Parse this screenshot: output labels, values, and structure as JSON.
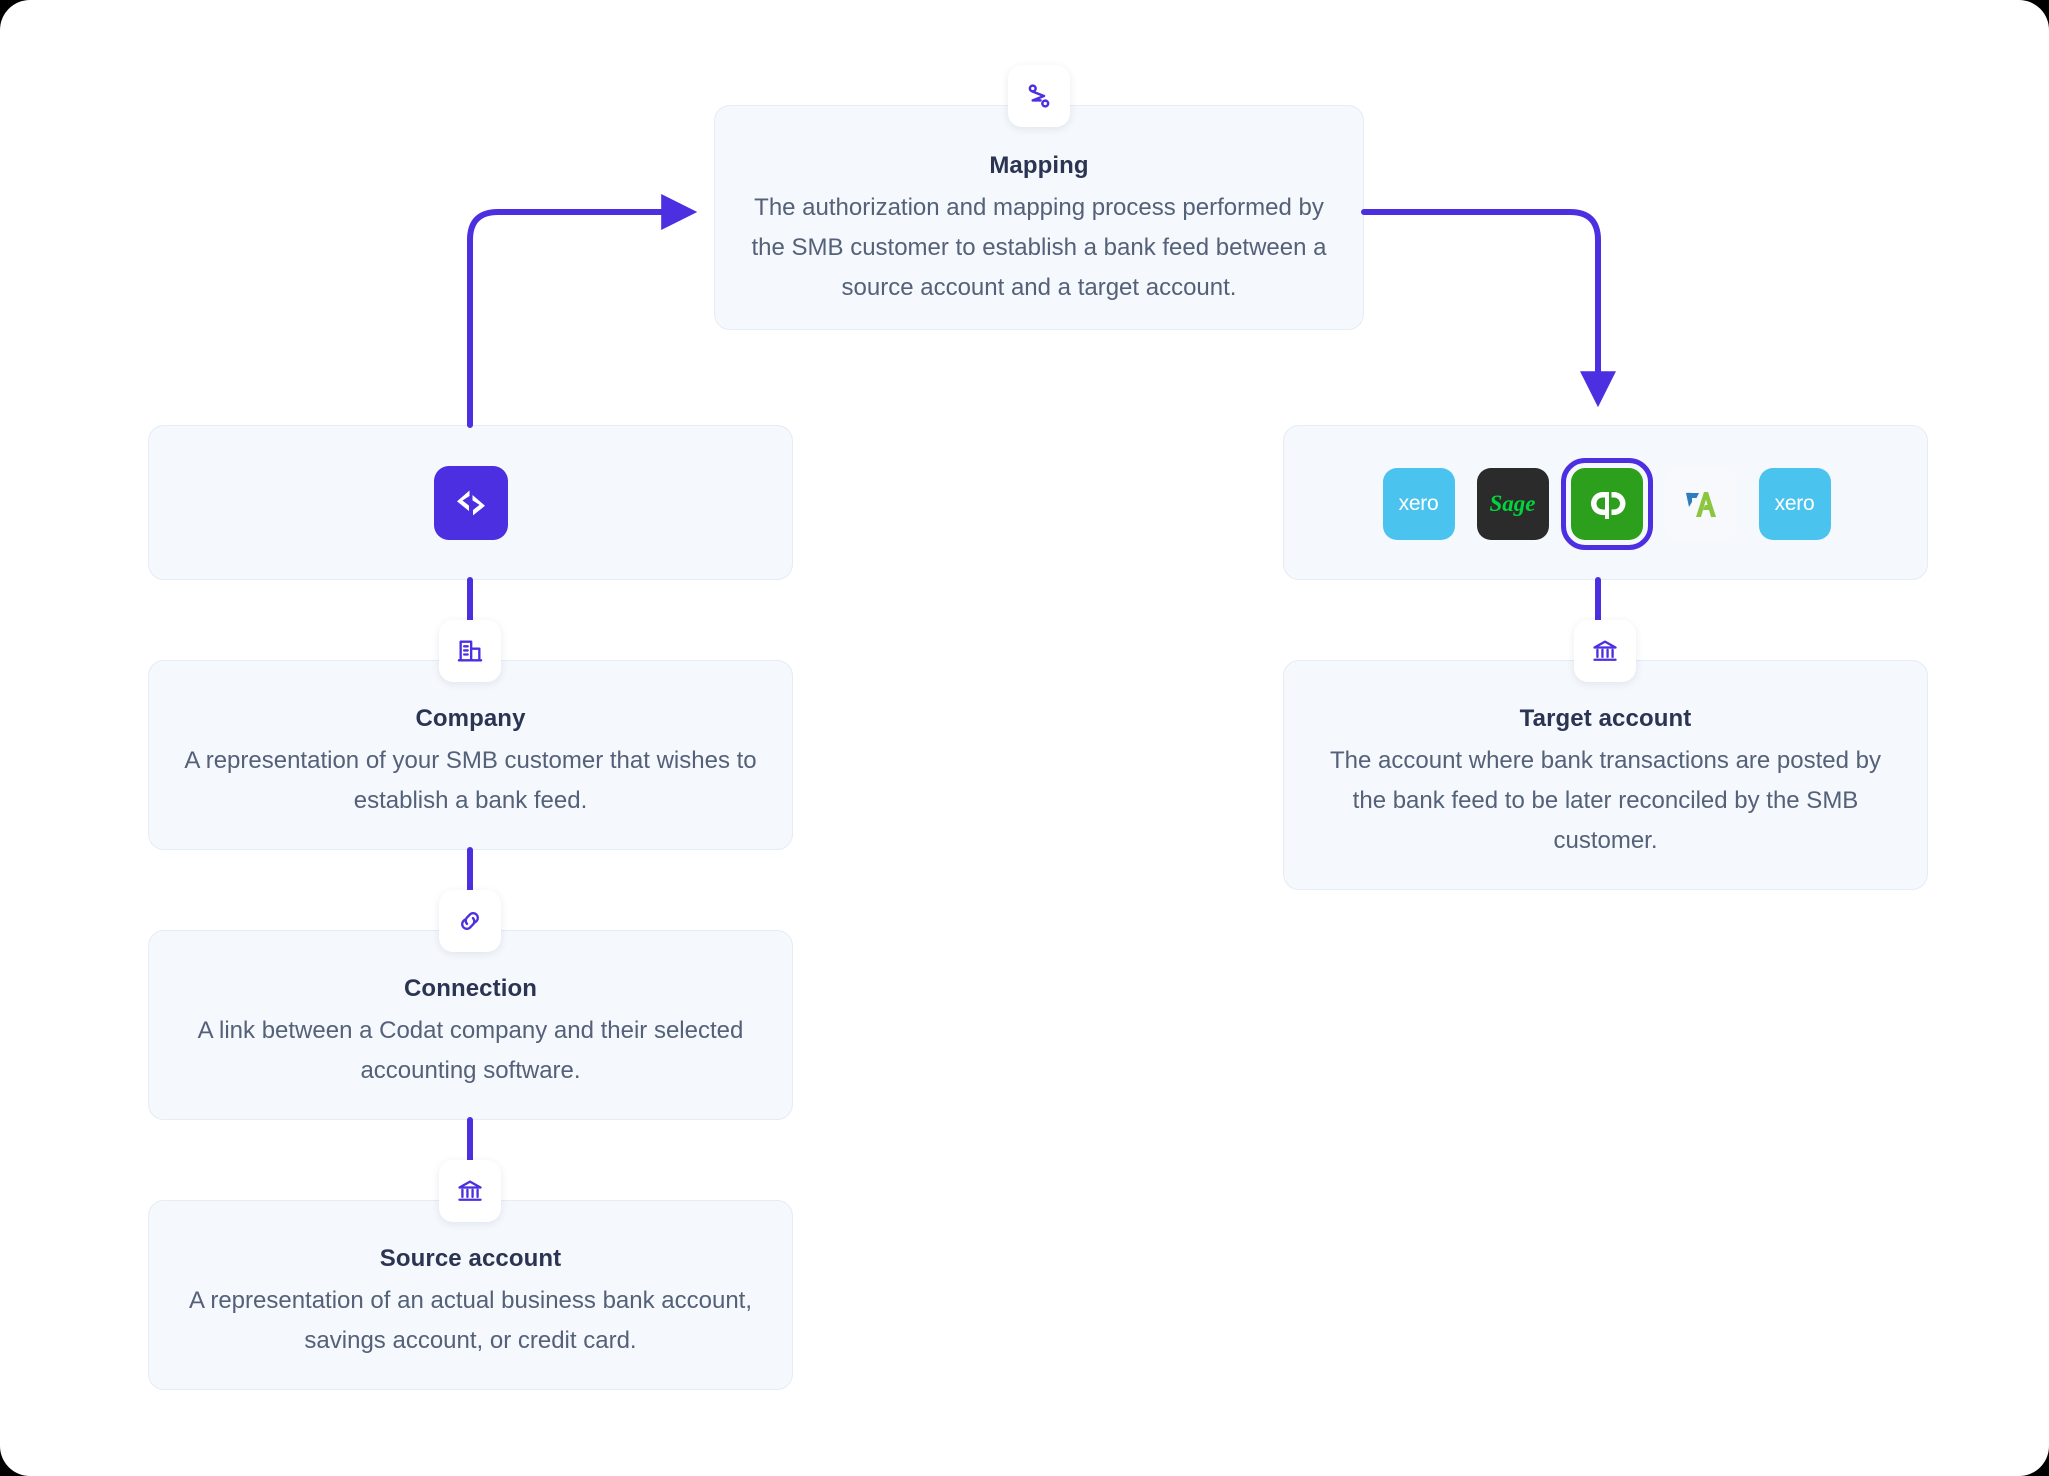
{
  "theme": {
    "accent": "#4B2FE0",
    "card_bg": "#F5F8FC",
    "card_border": "#E4ECF5",
    "title_color": "#2B3553",
    "body_color": "#546179",
    "page_bg": "#FFFFFF"
  },
  "diagram": {
    "type": "flow",
    "nodes": [
      {
        "id": "mapping",
        "title": "Mapping",
        "description": "The authorization and mapping process performed by the SMB customer to establish a bank feed between a source account and a target account.",
        "icon": "route-icon"
      },
      {
        "id": "codat-platform",
        "title": "",
        "description": "",
        "icon": "codat-logo-icon"
      },
      {
        "id": "company",
        "title": "Company",
        "description": "A representation of your SMB customer that wishes to establish a bank feed.",
        "icon": "building-icon"
      },
      {
        "id": "connection",
        "title": "Connection",
        "description": "A link between a Codat company and their selected accounting software.",
        "icon": "link-icon"
      },
      {
        "id": "source-account",
        "title": "Source account",
        "description": "A representation of an actual business bank account, savings account, or credit card.",
        "icon": "bank-icon"
      },
      {
        "id": "accounting-software",
        "title": "",
        "description": "",
        "icon": "software-logos"
      },
      {
        "id": "target-account",
        "title": "Target account",
        "description": "The account where bank transactions are posted by the bank feed to be later reconciled by the SMB customer.",
        "icon": "bank-icon"
      }
    ],
    "edges": [
      {
        "from": "codat-platform",
        "to": "mapping",
        "style": "elbow-up-right",
        "arrow": "right"
      },
      {
        "from": "mapping",
        "to": "accounting-software",
        "style": "elbow-right-down",
        "arrow": "down"
      },
      {
        "from": "codat-platform",
        "to": "company",
        "style": "vertical",
        "arrow": "none"
      },
      {
        "from": "company",
        "to": "connection",
        "style": "vertical",
        "arrow": "none"
      },
      {
        "from": "connection",
        "to": "source-account",
        "style": "vertical",
        "arrow": "none"
      },
      {
        "from": "accounting-software",
        "to": "target-account",
        "style": "vertical",
        "arrow": "none"
      }
    ]
  },
  "software_logos": [
    {
      "name": "Xero",
      "key": "xero",
      "label": "xero",
      "selected": false
    },
    {
      "name": "Sage",
      "key": "sage",
      "label": "Sage",
      "selected": false
    },
    {
      "name": "QuickBooks",
      "key": "qb",
      "label": "qb",
      "selected": true
    },
    {
      "name": "FreeAgent",
      "key": "fa",
      "label": "",
      "selected": false
    },
    {
      "name": "Xero",
      "key": "xero2",
      "label": "xero",
      "selected": false
    }
  ]
}
